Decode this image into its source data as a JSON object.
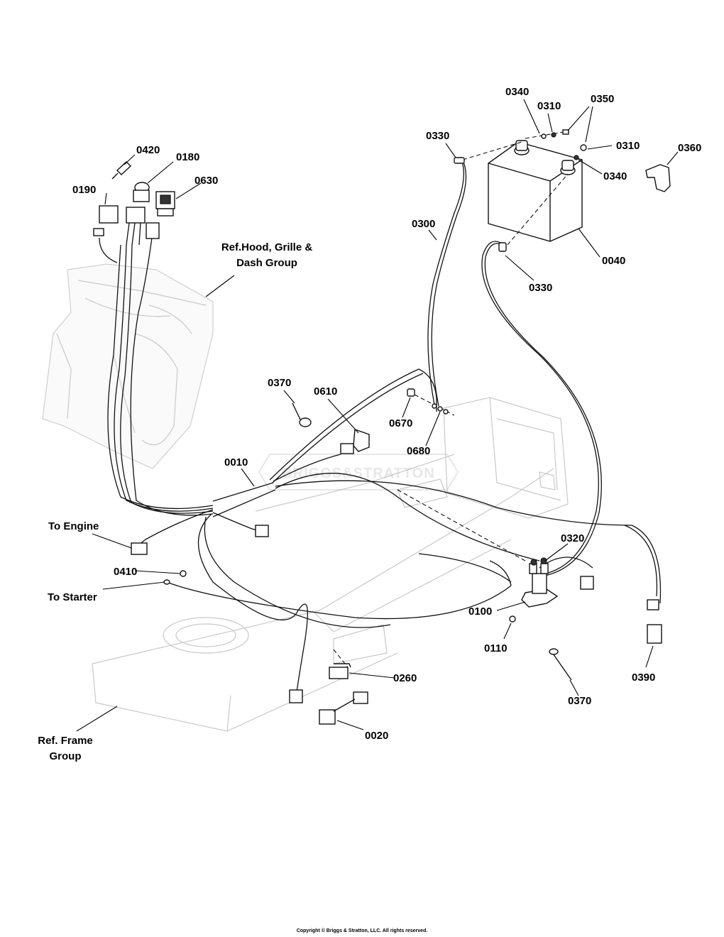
{
  "callouts": {
    "c0340a": "0340",
    "c0310a": "0310",
    "c0350": "0350",
    "c0330a": "0330",
    "c0310b": "0310",
    "c0360": "0360",
    "c0340b": "0340",
    "c0420": "0420",
    "c0180": "0180",
    "c0630": "0630",
    "c0190": "0190",
    "c0300": "0300",
    "c0040": "0040",
    "c0330b": "0330",
    "c0370a": "0370",
    "c0610": "0610",
    "c0670": "0670",
    "c0680": "0680",
    "c0010": "0010",
    "c0320": "0320",
    "c0410": "0410",
    "c0100": "0100",
    "c0110": "0110",
    "c0370b": "0370",
    "c0390": "0390",
    "c0260": "0260",
    "c0020": "0020"
  },
  "notes": {
    "hood_line1": "Ref.Hood, Grille &",
    "hood_line2": "Dash Group",
    "to_engine": "To Engine",
    "to_starter": "To Starter",
    "frame_line1": "Ref. Frame",
    "frame_line2": "Group"
  },
  "footer": {
    "copyright": "Copyright © Briggs & Stratton, LLC. All rights reserved."
  }
}
